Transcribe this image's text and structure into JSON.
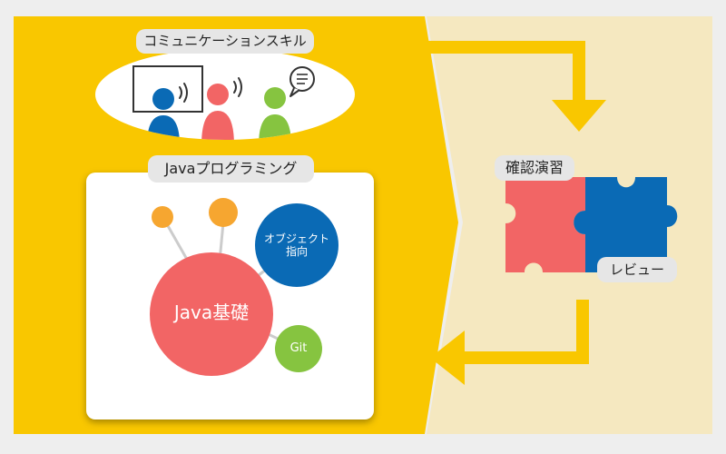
{
  "colors": {
    "left_bg": "#f9c700",
    "right_bg": "#f5e8c0",
    "arrow": "#f9c700",
    "red": "#f26565",
    "blue": "#0a6ab5",
    "green": "#86c440",
    "orange": "#f6a630"
  },
  "communication": {
    "label": "コミュニケーションスキル",
    "people": [
      {
        "color": "red",
        "icon": "person-sound-icon"
      },
      {
        "color": "red",
        "icon": "person-sound-icon"
      },
      {
        "color": "green",
        "icon": "person-speech-bubble-icon"
      }
    ]
  },
  "java_programming": {
    "label": "Javaプログラミング",
    "nodes": {
      "basics": "Java基礎",
      "oop_line1": "オブジェクト",
      "oop_line2": "指向",
      "git": "Git"
    }
  },
  "practice": {
    "label": "確認演習"
  },
  "review": {
    "label": "レビュー"
  }
}
